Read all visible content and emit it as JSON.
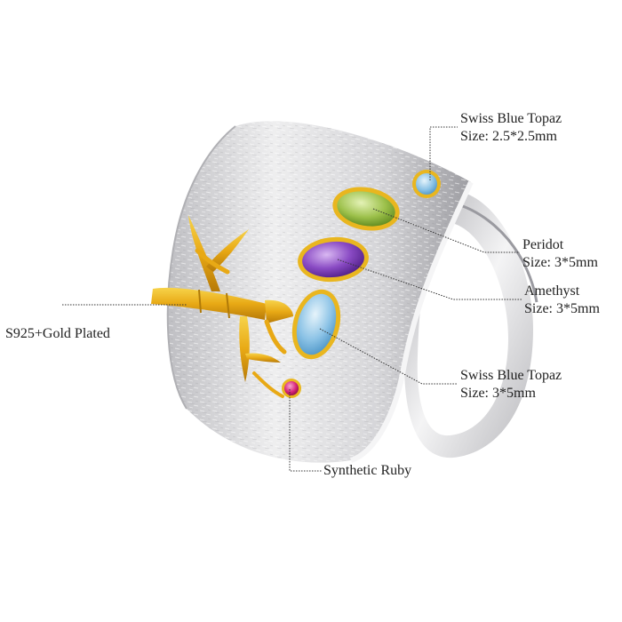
{
  "labels": {
    "swiss_blue_topaz_small": {
      "name": "Swiss Blue Topaz",
      "size": "Size: 2.5*2.5mm"
    },
    "peridot": {
      "name": "Peridot",
      "size": "Size: 3*5mm"
    },
    "amethyst": {
      "name": "Amethyst",
      "size": "Size: 3*5mm"
    },
    "swiss_blue_topaz_large": {
      "name": "Swiss Blue Topaz",
      "size": "Size: 3*5mm"
    },
    "metal": {
      "name": "S925+Gold Plated"
    },
    "ruby": {
      "name": "Synthetic Ruby"
    }
  },
  "colors": {
    "silver": "#d9d9dc",
    "gold": "#e8b421",
    "topaz": "#8cc3e6",
    "peridot": "#9cc04a",
    "amethyst": "#8a4bc4",
    "ruby": "#d8257a",
    "leader": "#333333"
  },
  "icons": [
    "ring-photo"
  ]
}
